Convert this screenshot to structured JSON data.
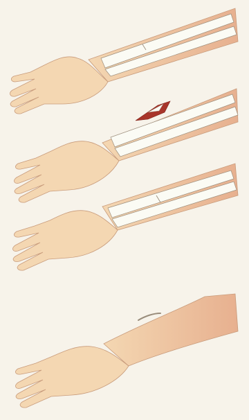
{
  "colors": {
    "background": "#f7f3ea",
    "skin": "#f4d7b2",
    "skin_shade": "#e7b08f",
    "bone": "#fbfbf4",
    "bone_outline": "#9d8f7d",
    "injury": "#a8352a",
    "bruise": "#7a6a55"
  },
  "captions": [
    {
      "id": "cap-1",
      "text": ""
    },
    {
      "id": "cap-2",
      "text": ""
    },
    {
      "id": "cap-3",
      "text": ""
    },
    {
      "id": "cap-4",
      "text": ""
    }
  ]
}
